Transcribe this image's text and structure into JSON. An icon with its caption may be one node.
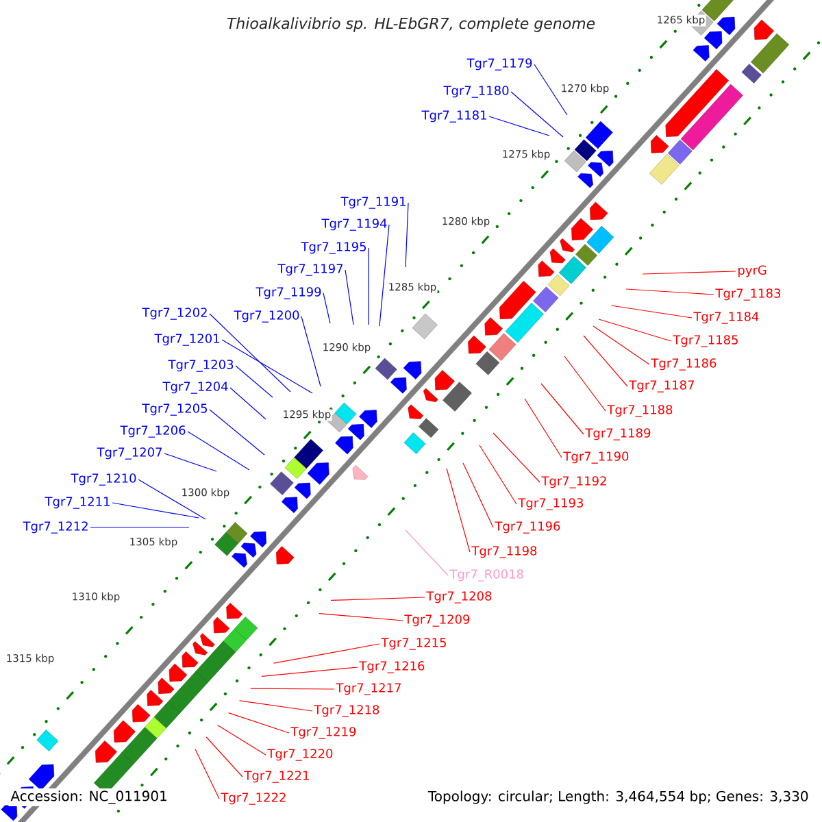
{
  "diagram": {
    "title": "Thioalkalivibrio sp. HL-EbGR7, complete genome",
    "nodes": [
      {
        "text": [
          "Tgr7_1179"
        ]
      },
      {
        "text": [
          "Tgr7_1180"
        ]
      },
      {
        "text": [
          "Tgr7_1181"
        ]
      },
      {
        "text": [
          "Tgr7_1191"
        ]
      },
      {
        "text": [
          "Tgr7_1194"
        ]
      },
      {
        "text": [
          "Tgr7_1195"
        ]
      },
      {
        "text": [
          "Tgr7_1197"
        ]
      },
      {
        "text": [
          "Tgr7_1199"
        ]
      },
      {
        "text": [
          "Tgr7_1200"
        ]
      },
      {
        "text": [
          "Tgr7_1201"
        ]
      },
      {
        "text": [
          "Tgr7_1202"
        ]
      },
      {
        "text": [
          "Tgr7_1203"
        ]
      },
      {
        "text": [
          "Tgr7_1204"
        ]
      },
      {
        "text": [
          "Tgr7_1205"
        ]
      },
      {
        "text": [
          "Tgr7_1206"
        ]
      },
      {
        "text": [
          "Tgr7_1207"
        ]
      },
      {
        "text": [
          "Tgr7_1210"
        ]
      },
      {
        "text": [
          "Tgr7_1211"
        ]
      },
      {
        "text": [
          "Tgr7_1212"
        ]
      },
      {
        "text": [
          "pyrG"
        ]
      },
      {
        "text": [
          "Tgr7_1183"
        ]
      },
      {
        "text": [
          "Tgr7_1184"
        ]
      },
      {
        "text": [
          "Tgr7_1185"
        ]
      },
      {
        "text": [
          "Tgr7_1186"
        ]
      },
      {
        "text": [
          "Tgr7_1187"
        ]
      },
      {
        "text": [
          "Tgr7_1188"
        ]
      },
      {
        "text": [
          "Tgr7_1189"
        ]
      },
      {
        "text": [
          "Tgr7_1190"
        ]
      },
      {
        "text": [
          "Tgr7_1192"
        ]
      },
      {
        "text": [
          "Tgr7_1193"
        ]
      },
      {
        "text": [
          "Tgr7_1196"
        ]
      },
      {
        "text": [
          "Tgr7_1198"
        ]
      },
      {
        "text": [
          "Tgr7_R0018"
        ]
      },
      {
        "text": [
          "Tgr7_1208"
        ]
      },
      {
        "text": [
          "Tgr7_1209"
        ]
      },
      {
        "text": [
          "Tgr7_1215"
        ]
      },
      {
        "text": [
          "Tgr7_1216"
        ]
      },
      {
        "text": [
          "Tgr7_1217"
        ]
      },
      {
        "text": [
          "Tgr7_1218"
        ]
      },
      {
        "text": [
          "Tgr7_1219"
        ]
      },
      {
        "text": [
          "Tgr7_1220"
        ]
      },
      {
        "text": [
          "Tgr7_1221"
        ]
      },
      {
        "text": [
          "Tgr7_1222"
        ]
      }
    ],
    "edges": [
      {
        "from": 0,
        "to": null,
        "arrow": "none",
        "color": "#0000ff"
      },
      {
        "from": 1,
        "to": null,
        "arrow": "none",
        "color": "#0000ff"
      },
      {
        "from": 2,
        "to": null,
        "arrow": "none",
        "color": "#0000ff"
      },
      {
        "from": 3,
        "to": null,
        "arrow": "none",
        "color": "#0000ff"
      },
      {
        "from": 4,
        "to": null,
        "arrow": "none",
        "color": "#0000ff"
      },
      {
        "from": 5,
        "to": null,
        "arrow": "none",
        "color": "#0000ff"
      },
      {
        "from": 6,
        "to": null,
        "arrow": "none",
        "color": "#0000ff"
      },
      {
        "from": 7,
        "to": null,
        "arrow": "none",
        "color": "#0000ff"
      },
      {
        "from": 8,
        "to": null,
        "arrow": "none",
        "color": "#0000ff"
      },
      {
        "from": 9,
        "to": null,
        "arrow": "none",
        "color": "#0000ff"
      },
      {
        "from": 10,
        "to": null,
        "arrow": "none",
        "color": "#0000ff"
      },
      {
        "from": 11,
        "to": null,
        "arrow": "none",
        "color": "#0000ff"
      },
      {
        "from": 12,
        "to": null,
        "arrow": "none",
        "color": "#0000ff"
      },
      {
        "from": 13,
        "to": null,
        "arrow": "none",
        "color": "#0000ff"
      },
      {
        "from": 14,
        "to": null,
        "arrow": "none",
        "color": "#0000ff"
      },
      {
        "from": 15,
        "to": null,
        "arrow": "none",
        "color": "#0000ff"
      },
      {
        "from": 16,
        "to": null,
        "arrow": "none",
        "color": "#0000ff"
      },
      {
        "from": 17,
        "to": null,
        "arrow": "none",
        "color": "#0000ff"
      },
      {
        "from": 18,
        "to": null,
        "arrow": "none",
        "color": "#0000ff"
      },
      {
        "from": 19,
        "to": null,
        "arrow": "none"
      },
      {
        "from": 20,
        "to": null,
        "arrow": "none"
      },
      {
        "from": 21,
        "to": null,
        "arrow": "none"
      },
      {
        "from": 22,
        "to": null,
        "arrow": "none"
      },
      {
        "from": 23,
        "to": null,
        "arrow": "none"
      },
      {
        "from": 24,
        "to": null,
        "arrow": "none"
      },
      {
        "from": 25,
        "to": null,
        "arrow": "none"
      },
      {
        "from": 26,
        "to": null,
        "arrow": "none"
      },
      {
        "from": 27,
        "to": null,
        "arrow": "none"
      },
      {
        "from": 28,
        "to": null,
        "arrow": "none"
      },
      {
        "from": 29,
        "to": null,
        "arrow": "none"
      },
      {
        "from": 30,
        "to": null,
        "arrow": "none"
      },
      {
        "from": 31,
        "to": null,
        "arrow": "none"
      },
      {
        "from": 32,
        "to": null,
        "arrow": "none",
        "color": "#ff99cc"
      },
      {
        "from": 33,
        "to": null,
        "arrow": "none"
      },
      {
        "from": 34,
        "to": null,
        "arrow": "none"
      },
      {
        "from": 35,
        "to": null,
        "arrow": "none"
      },
      {
        "from": 36,
        "to": null,
        "arrow": "none"
      },
      {
        "from": 37,
        "to": null,
        "arrow": "none"
      },
      {
        "from": 38,
        "to": null,
        "arrow": "none"
      },
      {
        "from": 39,
        "to": null,
        "arrow": "none"
      },
      {
        "from": 40,
        "to": null,
        "arrow": "none"
      },
      {
        "from": 41,
        "to": null,
        "arrow": "none"
      },
      {
        "from": 42,
        "to": null,
        "arrow": "none"
      }
    ],
    "labels": [
      "1265 kbp",
      "1270 kbp",
      "1275 kbp",
      "1280 kbp",
      "1285 kbp",
      "1290 kbp",
      "1295 kbp",
      "1300 kbp",
      "1305 kbp",
      "1310 kbp",
      "1315 kbp",
      "Accession: NC_011901",
      "Topology: circular; Length: 3,464,554 bp; Genes: 3,330"
    ]
  }
}
